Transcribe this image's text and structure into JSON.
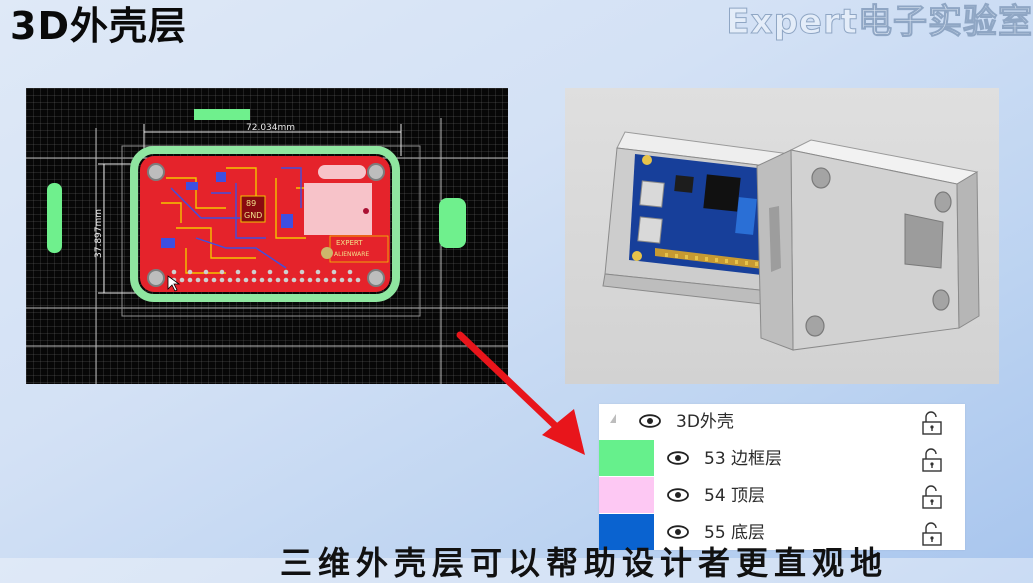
{
  "slide": {
    "title": "3D外壳层",
    "brand": "Expert电子实验室",
    "bottom_caption": "三维外壳层可以帮助设计者更直观地"
  },
  "pcb_view": {
    "dimension_width": "72.034mm",
    "dimension_height": "37.897mm",
    "chip_label_top": "89",
    "chip_label_bottom": "GND",
    "logo_label": "EXPERT",
    "logo_sublabel": "ALIENWARE"
  },
  "layers": {
    "group_name": "3D外壳",
    "items": [
      {
        "number": "53",
        "name": "边框层",
        "label": "53 边框层",
        "color": "#66f08c"
      },
      {
        "number": "54",
        "name": "顶层",
        "label": "54 顶层",
        "color": "#fdc8f3"
      },
      {
        "number": "55",
        "name": "底层",
        "label": "55 底层",
        "color": "#0a63d0"
      }
    ],
    "icons": {
      "visibility": "eye-icon",
      "lock": "unlock-icon",
      "collapse": "collapse-triangle-icon"
    }
  },
  "colors": {
    "arrow": "#e8151b",
    "pcb_board": "#e5232b",
    "outline": "#8fe6a0",
    "shell": "#c8c8c8",
    "pcb_blue": "#173f9a"
  }
}
